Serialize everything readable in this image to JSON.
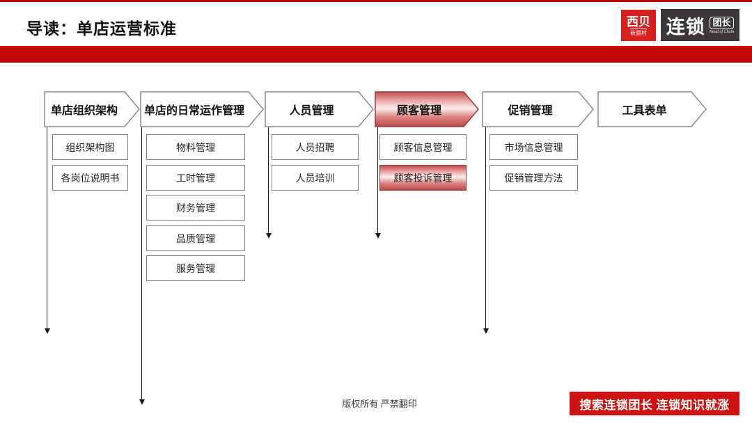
{
  "page": {
    "title": "导读：单店运营标准",
    "copyright": "版权所有 严禁翻印",
    "promo_banner": "搜索连锁团长 连锁知识就涨"
  },
  "logos": {
    "xibei": {
      "line1": "西贝",
      "line2": "莜面村"
    },
    "chain": {
      "main": "连锁",
      "badge": "团长",
      "subtitle": "Head of Chain"
    }
  },
  "colors": {
    "accent_red": "#c20404",
    "banner_red": "#ce1212",
    "xibei_logo_red": "#d7201f",
    "chain_logo_dark": "#3b3837",
    "shape_border_gray": "#8c8c8c",
    "highlight_border_red": "#9c3a38",
    "highlight_red_dark": "#bf4e4c",
    "highlight_red_light": "#fcf0ef"
  },
  "diagram": {
    "columns": [
      {
        "header": "单店组织架构",
        "highlight": false,
        "items": [
          {
            "label": "组织架构图",
            "highlight": false
          },
          {
            "label": "各岗位说明书",
            "highlight": false
          }
        ]
      },
      {
        "header": "单店的日常运作管理",
        "highlight": false,
        "items": [
          {
            "label": "物料管理",
            "highlight": false
          },
          {
            "label": "工时管理",
            "highlight": false
          },
          {
            "label": "财务管理",
            "highlight": false
          },
          {
            "label": "品质管理",
            "highlight": false
          },
          {
            "label": "服务管理",
            "highlight": false
          }
        ]
      },
      {
        "header": "人员管理",
        "highlight": false,
        "items": [
          {
            "label": "人员招聘",
            "highlight": false
          },
          {
            "label": "人员培训",
            "highlight": false
          }
        ]
      },
      {
        "header": "顾客管理",
        "highlight": true,
        "items": [
          {
            "label": "顾客信息管理",
            "highlight": false
          },
          {
            "label": "顾客投诉管理",
            "highlight": true
          }
        ]
      },
      {
        "header": "促销管理",
        "highlight": false,
        "items": [
          {
            "label": "市场信息管理",
            "highlight": false
          },
          {
            "label": "促销管理方法",
            "highlight": false
          }
        ]
      },
      {
        "header": "工具表单",
        "highlight": false,
        "items": []
      }
    ]
  }
}
